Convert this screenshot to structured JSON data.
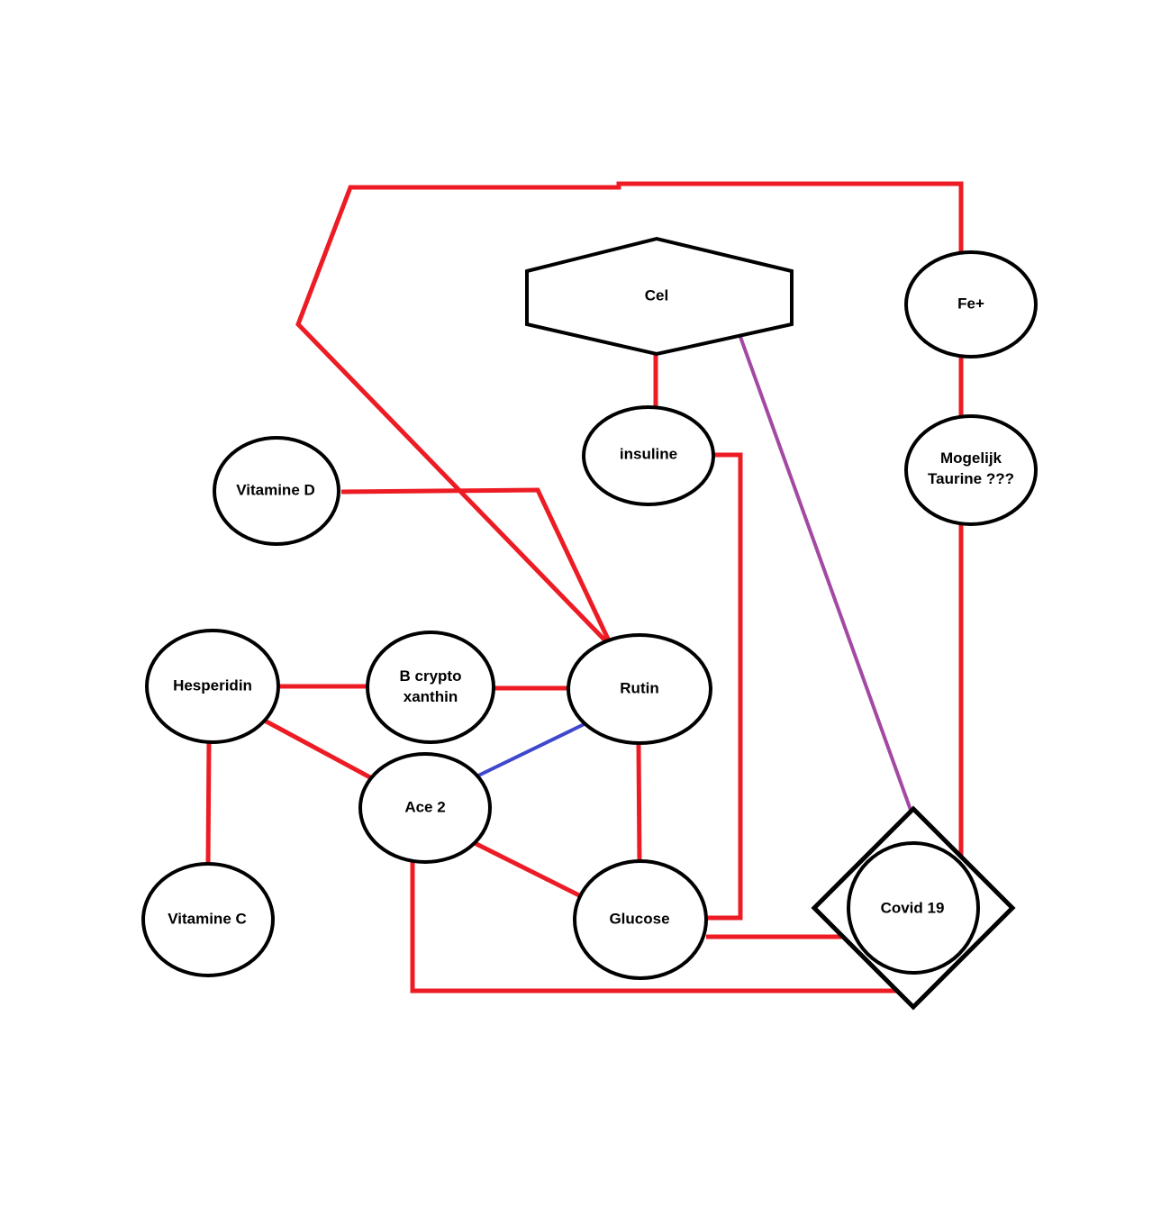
{
  "diagram": {
    "type": "node-link concept map",
    "topic_node": "Covid 19"
  },
  "colors": {
    "red": "#ed1c24",
    "blue": "#3f48cc",
    "purple": "#a349a4",
    "black": "#000000",
    "background": "#ffffff"
  },
  "nodes": {
    "cel": {
      "label": "Cel",
      "shape": "hexagon"
    },
    "fe": {
      "label": "Fe+",
      "shape": "ellipse"
    },
    "taurine": {
      "label": "Mogelijk\nTaurine ???",
      "shape": "ellipse"
    },
    "insuline": {
      "label": "insuline",
      "shape": "ellipse"
    },
    "vitamine_d": {
      "label": "Vitamine D",
      "shape": "ellipse"
    },
    "hesperidin": {
      "label": "Hesperidin",
      "shape": "ellipse"
    },
    "b_crypto_xanthin": {
      "label": "B crypto\nxanthin",
      "shape": "ellipse"
    },
    "rutin": {
      "label": "Rutin",
      "shape": "ellipse"
    },
    "ace2": {
      "label": "Ace 2",
      "shape": "ellipse"
    },
    "vitamine_c": {
      "label": "Vitamine C",
      "shape": "ellipse"
    },
    "glucose": {
      "label": "Glucose",
      "shape": "ellipse"
    },
    "covid19": {
      "label": "Covid 19",
      "shape": "circle-in-diamond"
    }
  },
  "edges": [
    {
      "from": "rutin",
      "to": "fe",
      "color": "red",
      "route": "diagonal up-left, across top, down to Fe+"
    },
    {
      "from": "vitamine_d",
      "to": "rutin",
      "color": "red",
      "route": "horizontal then diagonal down"
    },
    {
      "from": "cel",
      "to": "insuline",
      "color": "red",
      "route": "vertical"
    },
    {
      "from": "insuline",
      "to": "glucose",
      "color": "red",
      "route": "right then long vertical down"
    },
    {
      "from": "fe",
      "to": "taurine",
      "color": "red",
      "route": "vertical"
    },
    {
      "from": "taurine",
      "to": "covid19",
      "color": "red",
      "route": "vertical down right side"
    },
    {
      "from": "hesperidin",
      "to": "b_crypto_xanthin",
      "color": "red",
      "route": "horizontal"
    },
    {
      "from": "b_crypto_xanthin",
      "to": "rutin",
      "color": "red",
      "route": "horizontal"
    },
    {
      "from": "hesperidin",
      "to": "ace2",
      "color": "red",
      "route": "diagonal"
    },
    {
      "from": "hesperidin",
      "to": "vitamine_c",
      "color": "red",
      "route": "vertical"
    },
    {
      "from": "rutin",
      "to": "glucose",
      "color": "red",
      "route": "vertical"
    },
    {
      "from": "ace2",
      "to": "glucose",
      "color": "red",
      "route": "diagonal"
    },
    {
      "from": "ace2",
      "to": "covid19",
      "color": "red",
      "route": "down then horizontal along bottom"
    },
    {
      "from": "glucose",
      "to": "covid19",
      "color": "red",
      "route": "horizontal"
    },
    {
      "from": "ace2",
      "to": "rutin",
      "color": "blue",
      "route": "diagonal"
    },
    {
      "from": "cel",
      "to": "covid19",
      "color": "purple",
      "route": "long diagonal"
    }
  ]
}
